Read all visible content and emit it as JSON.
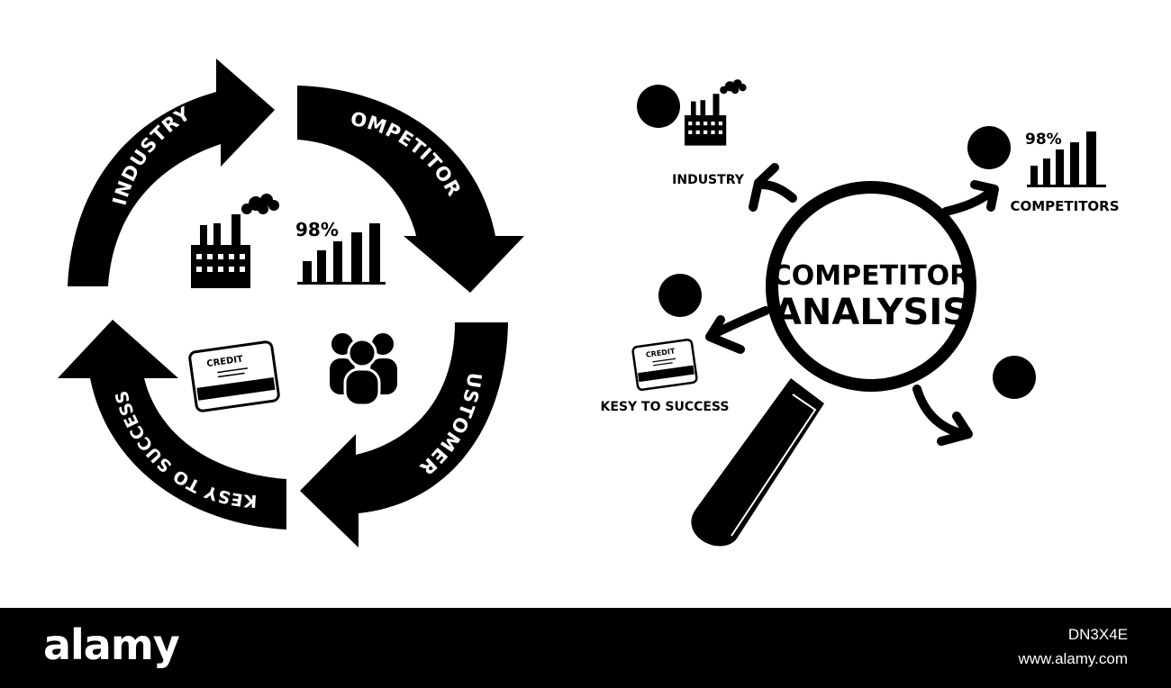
{
  "cycle": {
    "labels": {
      "industry": "INDUSTRY",
      "competitors": "COMPETITORS",
      "customers": "CUSTOMERS",
      "keys": "KESY TO SUCCESS"
    },
    "percent": "98%",
    "credit": "CREDIT"
  },
  "magnifier": {
    "title_line1": "COMPETITOR",
    "title_line2": "ANALYSIS",
    "industry_label": "INDUSTRY",
    "competitors_label": "COMPETITORS",
    "keys_label": "KESY TO SUCCESS",
    "percent": "98%",
    "credit": "CREDIT"
  },
  "footer": {
    "logo": "alamy",
    "image_id": "DN3X4E",
    "url": "www.alamy.com"
  },
  "colors": {
    "ink": "#000000",
    "paper": "#ffffff"
  },
  "icons": [
    "factory-icon",
    "bar-chart-icon",
    "people-icon",
    "credit-card-icon",
    "magnifier-icon",
    "arrow-icon",
    "dot-icon"
  ]
}
